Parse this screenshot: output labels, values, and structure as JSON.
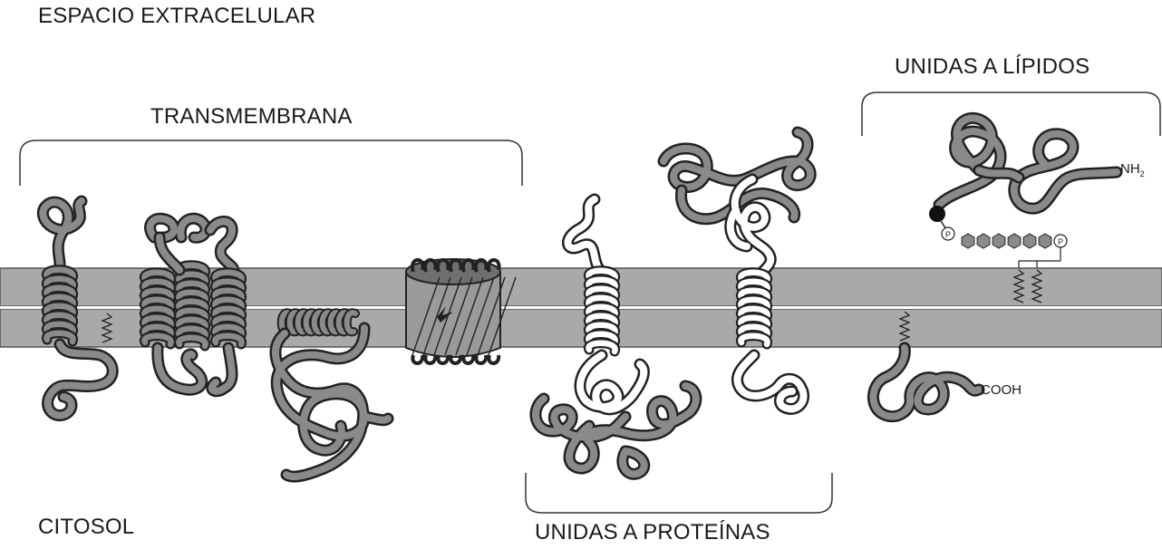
{
  "labels": {
    "extracellular": "ESPACIO EXTRACELULAR",
    "cytosol": "CITOSOL",
    "transmembrane": "TRANSMEMBRANA",
    "lipid_anchored": "UNIDAS A LÍPIDOS",
    "protein_attached": "UNIDAS A PROTEÍNAS",
    "nh2": "NH",
    "nh2_sub": "2",
    "cooh": "COOH",
    "phosphate": "P"
  },
  "colors": {
    "membrane": "#a9a9a9",
    "protein_fill": "#8a8a8a",
    "outline": "#222222",
    "bracket": "#333333"
  }
}
